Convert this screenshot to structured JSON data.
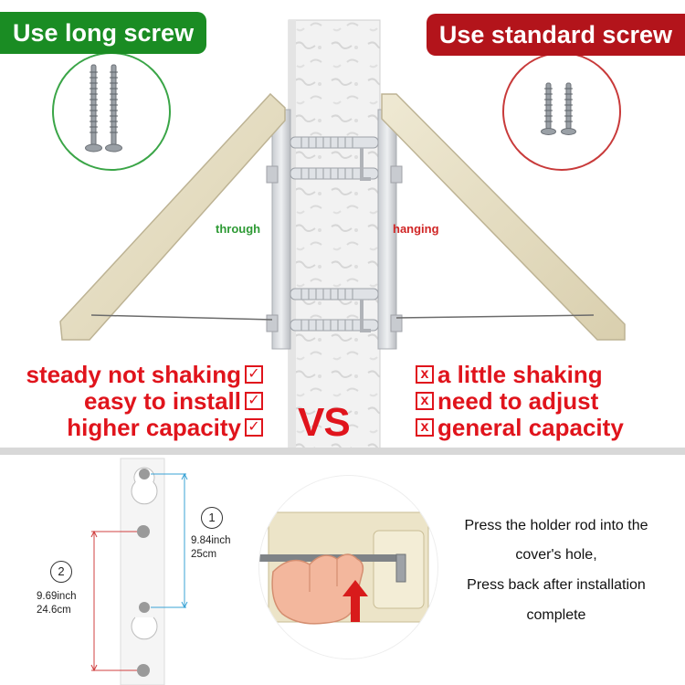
{
  "top": {
    "left_badge": "Use long screw",
    "right_badge": "Use standard screw",
    "left_mid_label": "through",
    "right_mid_label": "hanging",
    "vs": "VS",
    "left_features": [
      "steady not shaking",
      "easy to install",
      "higher capacity"
    ],
    "right_features": [
      "a little shaking",
      "need to adjust",
      "general capacity"
    ],
    "check_mark": "✓",
    "cross_mark": "x"
  },
  "bottom": {
    "dim1": {
      "number": "1",
      "inch": "9.84inch",
      "cm": "25cm"
    },
    "dim2": {
      "number": "2",
      "inch": "9.69inch",
      "cm": "24.6cm"
    },
    "instruction_lines": [
      "Press the holder rod into the",
      "cover's hole,",
      "Press back after installation",
      "complete"
    ]
  },
  "colors": {
    "green": "#1a8c23",
    "red": "#b3141b",
    "feature_red": "#e0141c",
    "bracket_cream": "#e8e1c8",
    "dimension_line_blue": "#3aa3d6",
    "arrow_red": "#d81b1b"
  },
  "icons": [
    "long-screw-icon",
    "standard-screw-icon",
    "wall-bracket-illustration",
    "hand-press-illustration",
    "up-arrow-icon"
  ]
}
